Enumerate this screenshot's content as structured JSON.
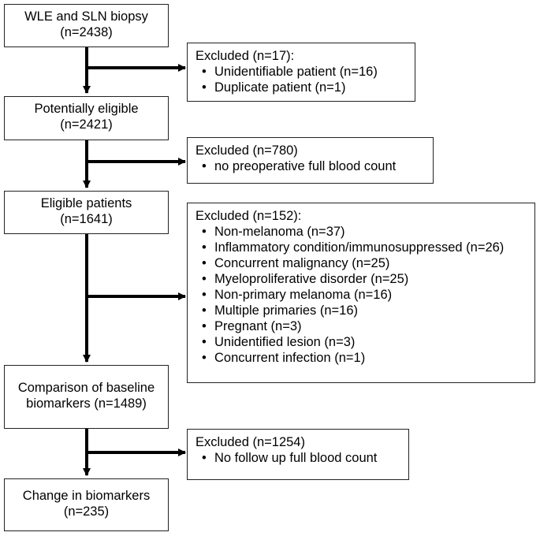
{
  "main_boxes": [
    {
      "title": "WLE and SLN biopsy",
      "count": "(n=2438)"
    },
    {
      "title": "Potentially eligible",
      "count": "(n=2421)"
    },
    {
      "title": "Eligible patients",
      "count": "(n=1641)"
    },
    {
      "title": "Comparison of baseline",
      "count": "biomarkers (n=1489)"
    },
    {
      "title": "Change in biomarkers",
      "count": "(n=235)"
    }
  ],
  "exclusion_boxes": [
    {
      "header": "Excluded (n=17):",
      "items": [
        "Unidentifiable patient (n=16)",
        "Duplicate patient (n=1)"
      ]
    },
    {
      "header": "Excluded (n=780)",
      "items": [
        "no preoperative full blood count"
      ]
    },
    {
      "header": "Excluded (n=152):",
      "items": [
        "Non-melanoma (n=37)",
        "Inflammatory condition/immunosuppressed (n=26)",
        "Concurrent malignancy (n=25)",
        "Myeloproliferative disorder (n=25)",
        "Non-primary melanoma (n=16)",
        "Multiple primaries (n=16)",
        "Pregnant (n=3)",
        "Unidentified lesion (n=3)",
        "Concurrent infection (n=1)"
      ]
    },
    {
      "header": "Excluded (n=1254)",
      "items": [
        "No follow up full blood count"
      ]
    }
  ],
  "colors": {
    "line": "#000000",
    "border": "#222222"
  }
}
